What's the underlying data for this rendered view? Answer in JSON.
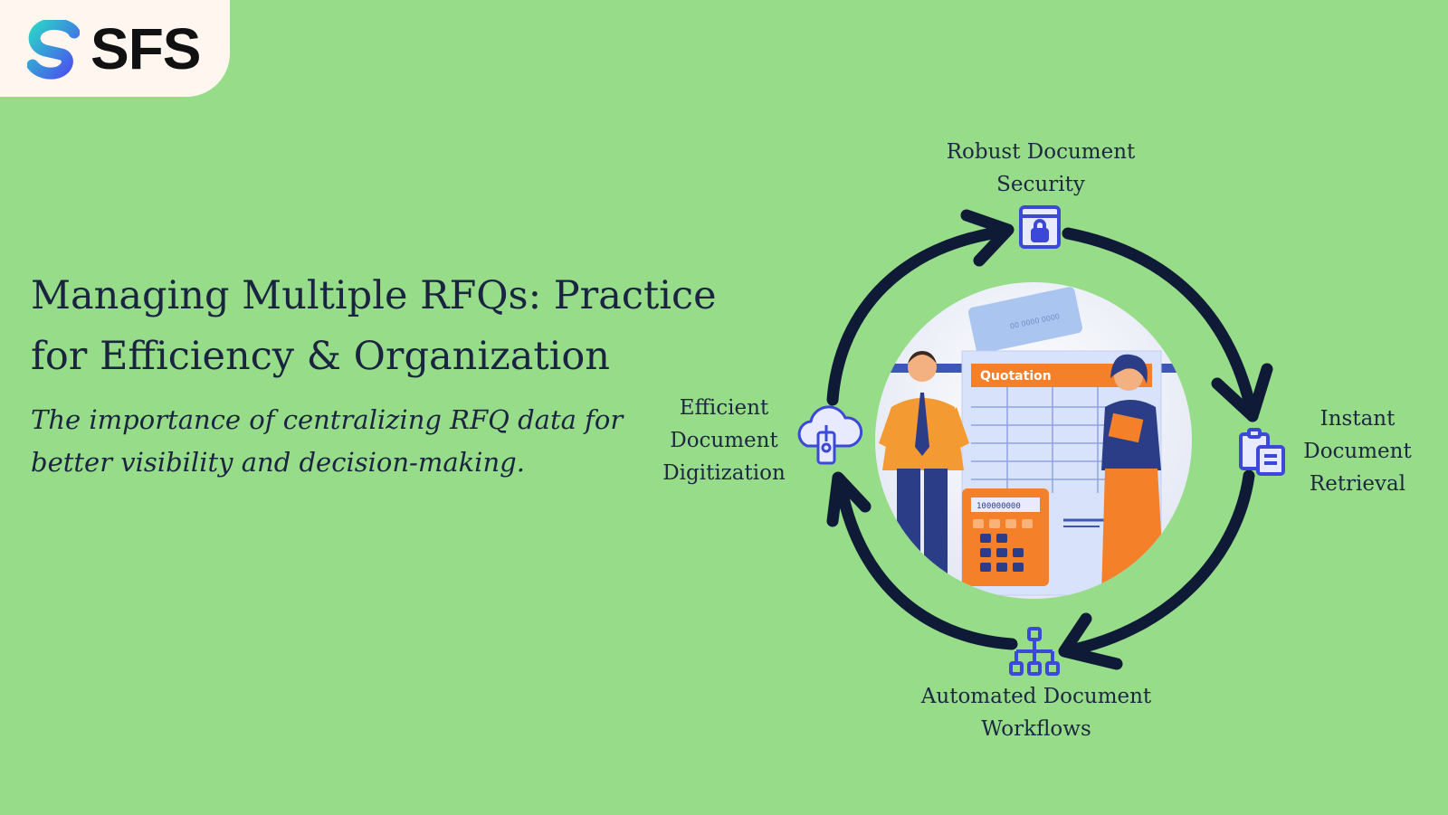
{
  "brand": {
    "name": "SFS",
    "colors": {
      "gradient_start": "#2bd4c8",
      "gradient_end": "#4b4cf0",
      "card_bg": "#fff7ef"
    }
  },
  "headline": "Managing Multiple RFQs: Practice for Efficiency & Organization",
  "subheadline": "The importance of centralizing RFQ data for better visibility and decision-making.",
  "cycle": {
    "steps": [
      {
        "label": "Robust Document Security",
        "icon": "lock-window-icon"
      },
      {
        "label": "Instant Document Retrieval",
        "icon": "clipboard-doc-icon"
      },
      {
        "label": "Automated Document Workflows",
        "icon": "hierarchy-icon"
      },
      {
        "label": "Efficient Document Digitization",
        "icon": "cloud-upload-icon"
      }
    ]
  },
  "illustration": {
    "document_title": "Quotation",
    "calculator_display": "100000000",
    "card_number": "00 0000 0000"
  },
  "colors": {
    "background": "#97dc89",
    "text": "#1a2440",
    "arrow": "#0f1a36",
    "icon": "#3b48d8",
    "accent_orange": "#f4802a"
  }
}
